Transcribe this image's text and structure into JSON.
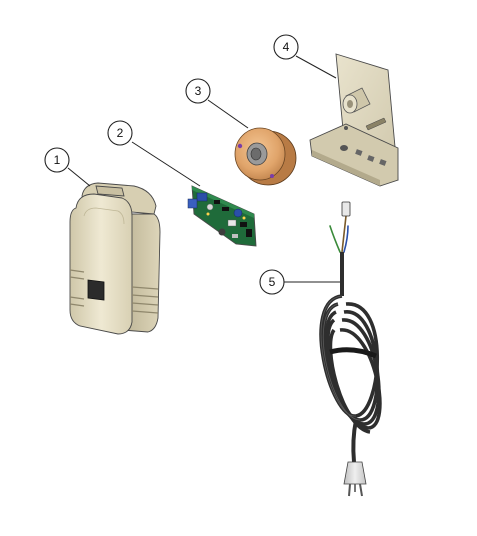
{
  "callouts": [
    {
      "label": "1"
    },
    {
      "label": "2"
    },
    {
      "label": "3"
    },
    {
      "label": "4"
    },
    {
      "label": "5"
    }
  ],
  "colors": {
    "housing": "#e6dfc6",
    "housing_shadow": "#bdb496",
    "pcb_green": "#1f6b3a",
    "transformer_copper": "#e0a46a",
    "plate": "#ddd6bd",
    "cable": "#2e2e2e",
    "plug": "#d9d9d9"
  }
}
